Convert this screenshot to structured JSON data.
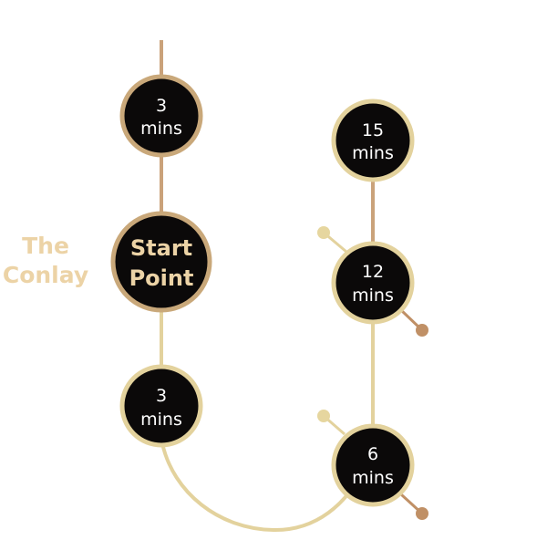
{
  "side_label": {
    "line1": "The",
    "line2": "Conlay"
  },
  "start_node": {
    "line1": "Start",
    "line2": "Point"
  },
  "left_top_node": {
    "line1": "3",
    "line2": "mins"
  },
  "left_bottom_node": {
    "line1": "3",
    "line2": "mins"
  },
  "right_top_node": {
    "line1": "15",
    "line2": "mins"
  },
  "right_middle_node": {
    "line1": "12",
    "line2": "mins"
  },
  "right_bottom_node": {
    "line1": "6",
    "line2": "mins"
  },
  "colors": {
    "node_fill": "#0b0909",
    "ring_gold": "#c9a87a",
    "line_tan": "#caa27a",
    "line_light": "#e3d29d",
    "dot_light": "#e6d69f",
    "dot_dark": "#c09066",
    "label": "#ecd3a6"
  }
}
